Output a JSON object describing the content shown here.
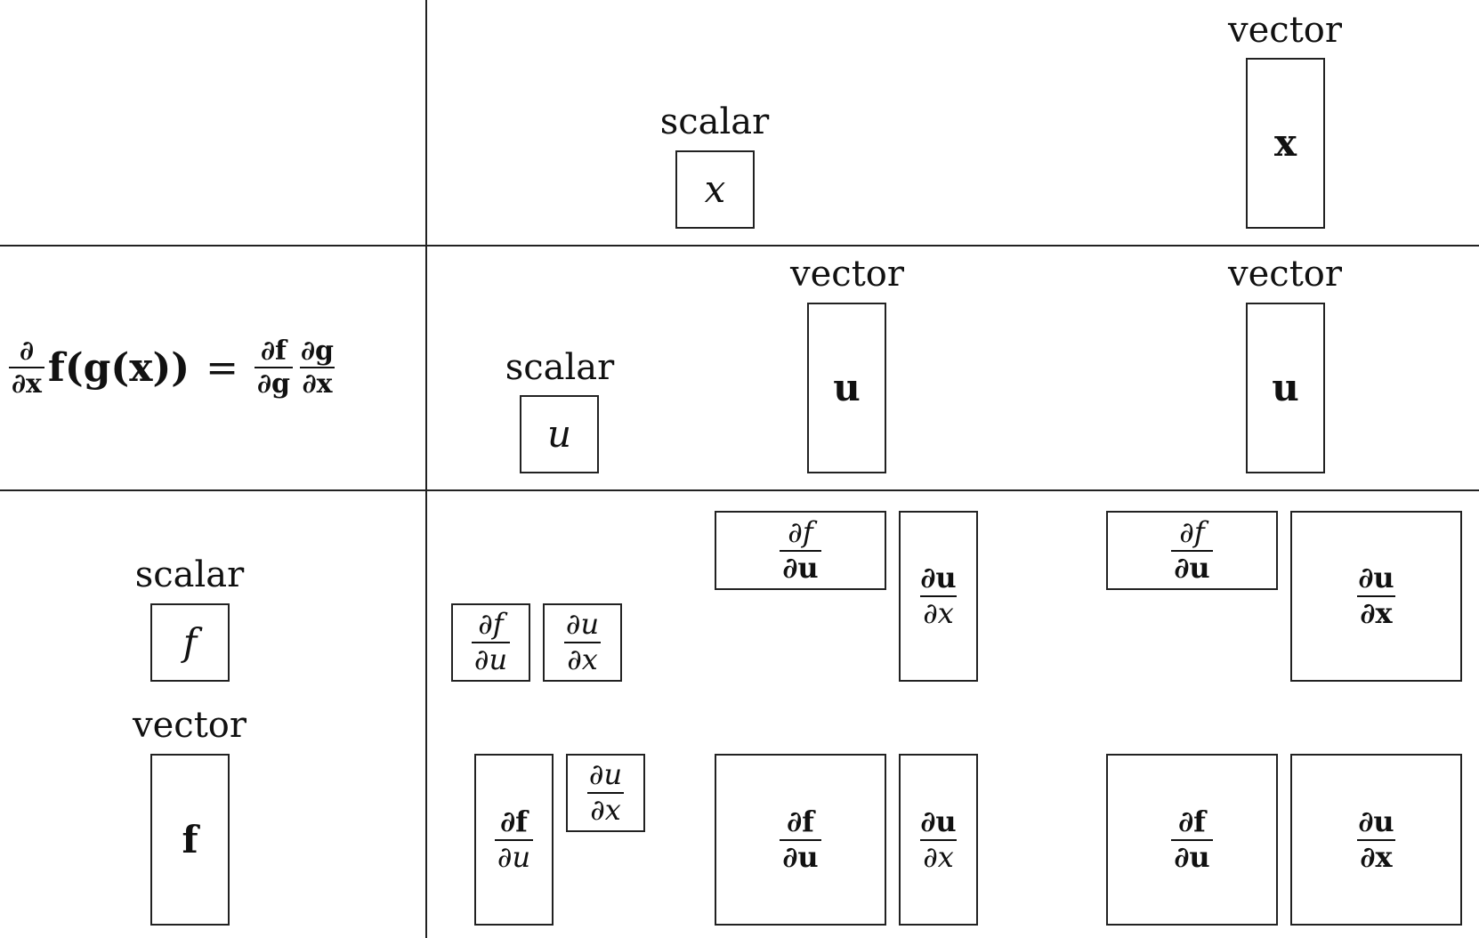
{
  "header": {
    "scalar_label": "scalar",
    "vector_label": "vector",
    "x_scalar": "x",
    "x_vector": "x"
  },
  "middle": {
    "equation": {
      "lhs_num": "∂",
      "lhs_den": "∂x",
      "lhs_expr": "f(g(x))",
      "equals": "=",
      "r1_num": "∂f",
      "r1_den": "∂g",
      "r2_num": "∂g",
      "r2_den": "∂x"
    },
    "scalar_label": "scalar",
    "vector_label_1": "vector",
    "vector_label_2": "vector",
    "u_scalar": "u",
    "u_vector_1": "u",
    "u_vector_2": "u"
  },
  "bottom": {
    "f_scalar_label": "scalar",
    "f_vector_label": "vector",
    "f_scalar": "f",
    "f_vector": "f",
    "cells": {
      "ss_df_num": "∂f",
      "ss_df_den": "∂u",
      "ss_du_num": "∂u",
      "ss_du_den": "∂x",
      "sv_df_num": "∂f",
      "sv_df_den": "∂u",
      "sv_du_num": "∂u",
      "sv_du_den": "∂x",
      "svv_df_num": "∂f",
      "svv_df_den": "∂u",
      "svv_du_num": "∂u",
      "svv_du_den": "∂x",
      "vs_df_num": "∂f",
      "vs_df_den": "∂u",
      "vs_du_num": "∂u",
      "vs_du_den": "∂x",
      "vv_df_num": "∂f",
      "vv_df_den": "∂u",
      "vv_du_num": "∂u",
      "vv_du_den": "∂x",
      "vvv_df_num": "∂f",
      "vvv_df_den": "∂u",
      "vvv_du_num": "∂u",
      "vvv_du_den": "∂x"
    }
  }
}
